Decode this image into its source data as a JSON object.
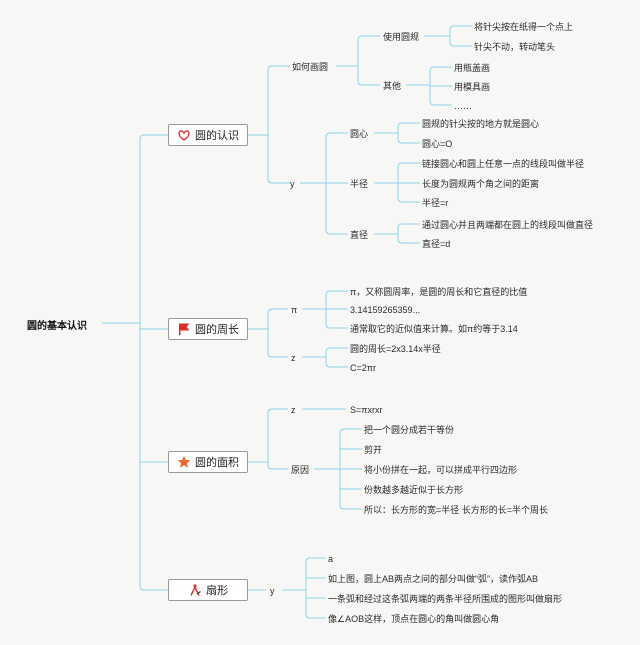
{
  "root": "圆的基本认识",
  "branches": [
    {
      "label": "圆的认识",
      "icon": "heart-icon",
      "groups": [
        {
          "label": "如何画圆",
          "subgroups": [
            {
              "label": "使用圆规",
              "items": [
                "将针尖按在纸得一个点上",
                "针尖不动，转动笔头"
              ]
            },
            {
              "label": "其他",
              "items": [
                "用瓶盖画",
                "用模具画",
                "……"
              ]
            }
          ]
        },
        {
          "label": "y",
          "subgroups": [
            {
              "label": "圆心",
              "items": [
                "圆规的针尖按的地方就是圆心",
                "圆心=O"
              ]
            },
            {
              "label": "半径",
              "items": [
                "链接圆心和圆上任意一点的线段叫做半径",
                "长度为圆规两个角之间的距离",
                "半径=r"
              ]
            },
            {
              "label": "直径",
              "items": [
                "通过圆心并且两端都在圆上的线段叫做直径",
                "直径=d"
              ]
            }
          ]
        }
      ]
    },
    {
      "label": "圆的周长",
      "icon": "flag-icon",
      "groups": [
        {
          "label": "π",
          "items": [
            "π，又称圆周率，是圆的周长和它直径的比值",
            "3.14159265359...",
            "通常取它的近似值来计算。如π约等于3.14"
          ]
        },
        {
          "label": "z",
          "items": [
            "圆的周长=2x3.14x半径",
            "C=2πr"
          ]
        }
      ]
    },
    {
      "label": "圆的面积",
      "icon": "star-icon",
      "groups": [
        {
          "label": "z",
          "items": [
            "S=πxrxr"
          ]
        },
        {
          "label": "原因",
          "items": [
            "把一个圆分成若干等份",
            "剪开",
            "将小份拼在一起，可以拼成平行四边形",
            "份数越多越近似于长方形",
            "所以：长方形的宽=半径 长方形的长=半个周长"
          ]
        }
      ]
    },
    {
      "label": "扇形",
      "icon": "compass-icon",
      "groups": [
        {
          "label": "y",
          "items": [
            "a",
            "如上图，圆上AB两点之间的部分叫做“弧”，读作弧AB",
            "一条弧和经过这条弧两端的两条半径所围成的图形叫做扇形",
            "像∠AOB这样，顶点在圆心的角叫做圆心角"
          ]
        }
      ]
    }
  ],
  "colors": {
    "line": "#8fd3ea",
    "heart": "#d64545",
    "flag": "#e02b2b",
    "star": "#ee6a2c",
    "compass": "#d83a3a"
  }
}
